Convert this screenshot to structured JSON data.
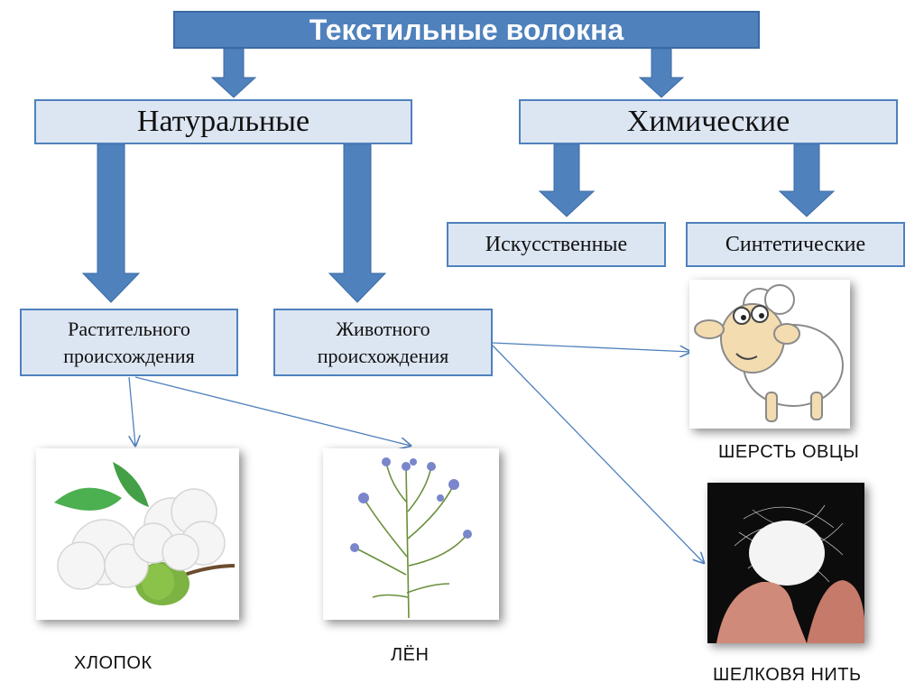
{
  "title": "Текстильные волокна",
  "categories": {
    "natural": "Натуральные",
    "chemical": "Химические"
  },
  "subcategories": {
    "artificial": "Искусственные",
    "synthetic": "Синтетические",
    "plant_line1": "Растительного",
    "plant_line2": "происхождения",
    "animal_line1": "Животного",
    "animal_line2": "происхождения"
  },
  "captions": {
    "cotton": "ХЛОПОК",
    "flax": "ЛЁН",
    "wool": "ШЕРСТЬ ОВЦЫ",
    "silk": "ШЕЛКОВЯ НИТЬ"
  },
  "colors": {
    "arrow_fill": "#4f81bd",
    "box_fill": "#dce6f2",
    "title_fill": "#4f81bd"
  }
}
